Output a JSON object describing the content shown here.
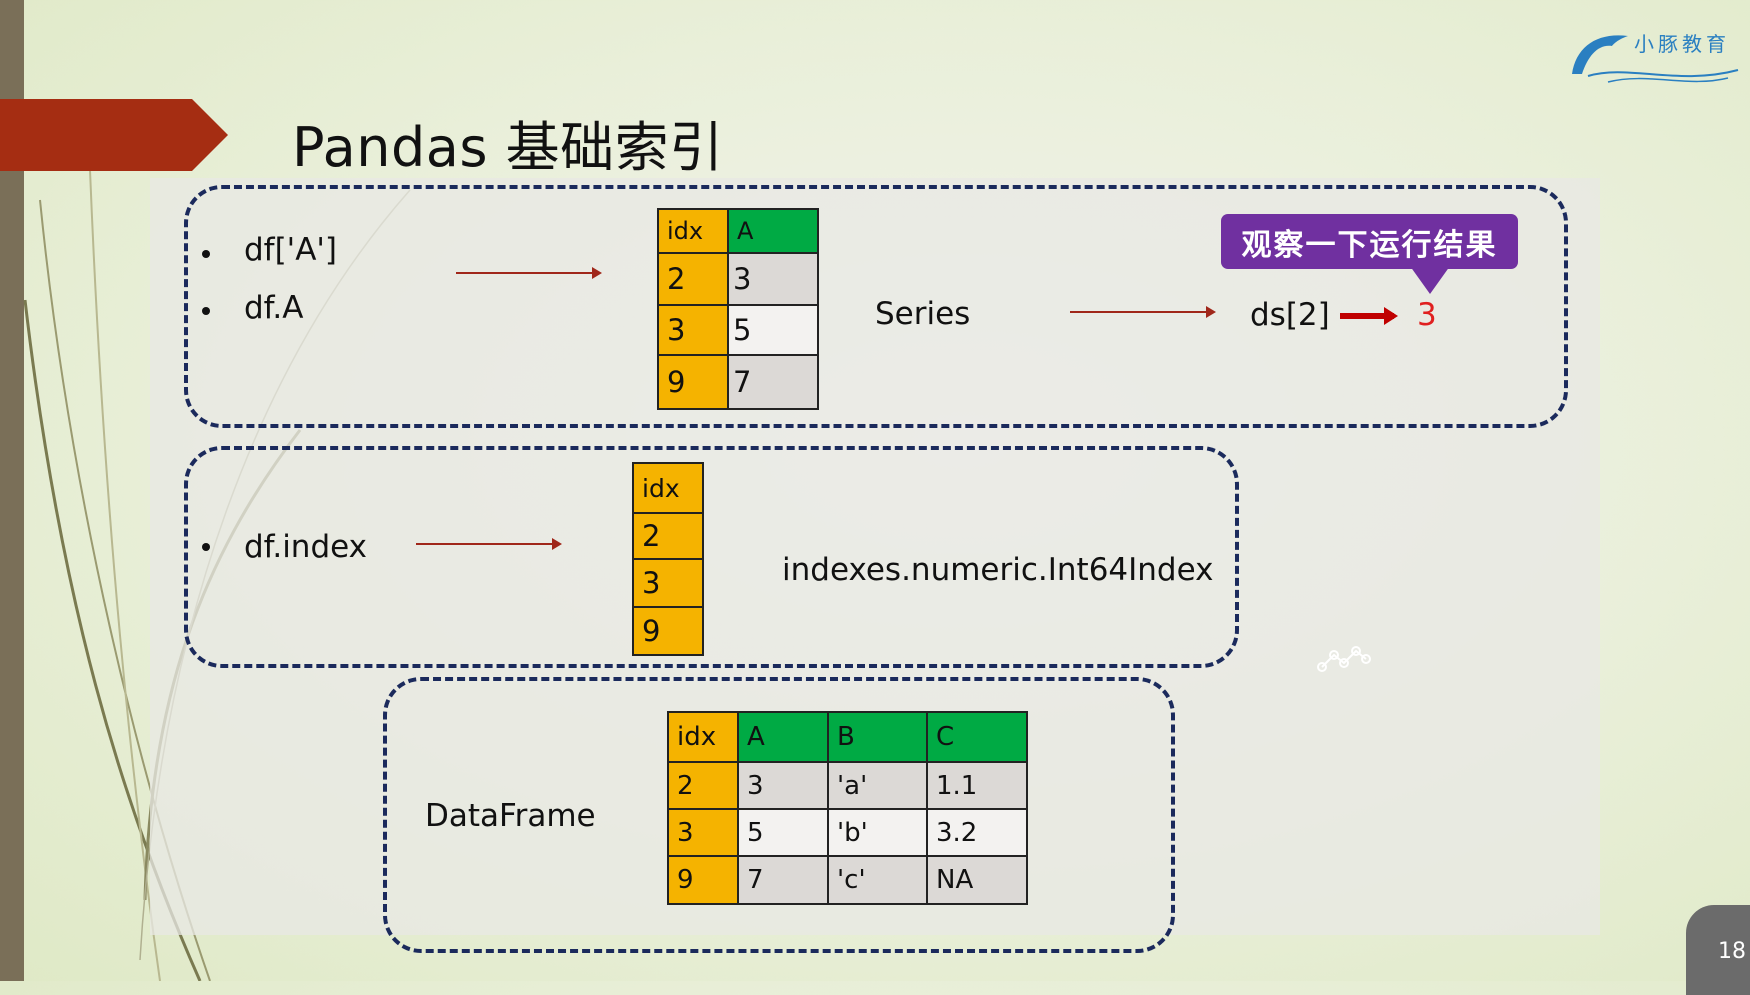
{
  "slide": {
    "title": "Pandas 基础索引",
    "logo_text": "小豚教育",
    "page_number": "18",
    "colors": {
      "index_cell": "#f5b300",
      "header_cell": "#00aa44",
      "dashed_border": "#1b2a5c",
      "callout": "#7030a0",
      "result": "#e02020",
      "arrow": "#a0271a"
    }
  },
  "section1": {
    "code_items": [
      "df['A']",
      "df.A"
    ],
    "table": {
      "headers": [
        "idx",
        "A"
      ],
      "rows": [
        [
          "2",
          "3"
        ],
        [
          "3",
          "5"
        ],
        [
          "9",
          "7"
        ]
      ]
    },
    "type_label": "Series",
    "access_expr": "ds[2]",
    "result_value": "3",
    "callout_text": "观察一下运行结果"
  },
  "section2": {
    "code_items": [
      "df.index"
    ],
    "table": {
      "headers": [
        "idx"
      ],
      "rows": [
        [
          "2"
        ],
        [
          "3"
        ],
        [
          "9"
        ]
      ]
    },
    "type_label": "indexes.numeric.Int64Index"
  },
  "section3": {
    "type_label": "DataFrame",
    "table": {
      "headers": [
        "idx",
        "A",
        "B",
        "C"
      ],
      "rows": [
        [
          "2",
          "3",
          "'a'",
          "1.1"
        ],
        [
          "3",
          "5",
          "'b'",
          "3.2"
        ],
        [
          "9",
          "7",
          "'c'",
          "NA"
        ]
      ]
    }
  }
}
